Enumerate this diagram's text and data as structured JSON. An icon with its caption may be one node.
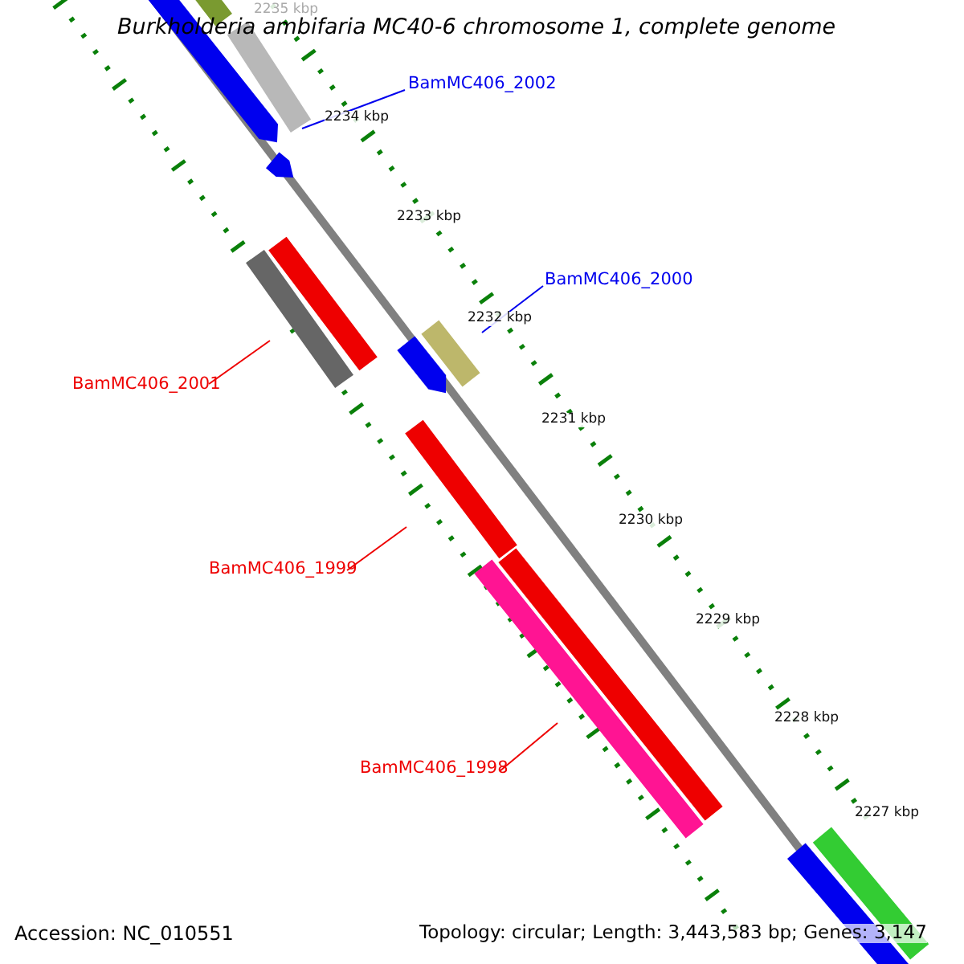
{
  "diagram": {
    "title": "Burkholderia ambifaria MC40-6 chromosome 1, complete genome",
    "nodes": [
      {
        "text": [
          "BamMC406_2002"
        ]
      },
      {
        "text": [
          "BamMC406_2000"
        ]
      },
      {
        "text": [
          "BamMC406_2001"
        ]
      },
      {
        "text": [
          "BamMC406_1999"
        ]
      },
      {
        "text": [
          "BamMC406_1998"
        ]
      },
      {
        "text": [],
        "shape": "bar"
      },
      {
        "text": [],
        "shape": "bar"
      },
      {
        "text": [],
        "shape": "bar"
      },
      {
        "text": [],
        "shape": "bar"
      },
      {
        "text": [],
        "shape": "bar"
      },
      {
        "text": [],
        "shape": "bar"
      },
      {
        "text": [],
        "shape": "bar"
      },
      {
        "text": [],
        "shape": "bar"
      },
      {
        "text": [],
        "shape": "bar"
      },
      {
        "text": [],
        "shape": "bar"
      },
      {
        "text": [],
        "shape": "bar"
      },
      {
        "text": [],
        "shape": "bar"
      },
      {
        "text": [],
        "shape": "bar"
      }
    ],
    "edges": [
      {
        "from": 0,
        "to": 7,
        "arrow": "none",
        "color": "#0000ee"
      },
      {
        "from": 1,
        "to": 11,
        "arrow": "none",
        "color": "#0000ee"
      },
      {
        "from": 2,
        "to": 10,
        "arrow": "none"
      },
      {
        "from": 3,
        "to": 13,
        "arrow": "none"
      },
      {
        "from": 4,
        "to": 15,
        "arrow": "none"
      }
    ],
    "labels": [
      "2235 kbp",
      "2234 kbp",
      "2233 kbp",
      "2232 kbp",
      "2231 kbp",
      "2230 kbp",
      "2229 kbp",
      "2228 kbp",
      "2227 kbp",
      "Accession: NC_010551",
      "Topology: circular; Length: 3,443,583 bp; Genes: 3,147"
    ]
  }
}
